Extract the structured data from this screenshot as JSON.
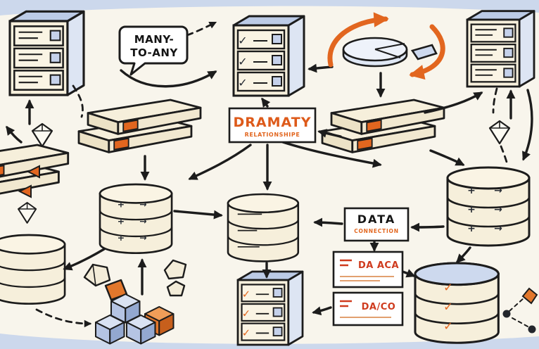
{
  "labels": {
    "bubble": {
      "line1": "MANY-",
      "line2": "TO-ANY"
    },
    "relationship_box": {
      "title": "DRAMATY",
      "subtitle": "RELATIONSHIPE"
    },
    "data_box": {
      "title": "DATA",
      "subtitle": "CONNECTION"
    },
    "list_box_top": {
      "title": "DA ACA"
    },
    "list_box_bottom": {
      "title": "DA/CO"
    }
  },
  "glyphs": {
    "check": "✓",
    "plus": "+",
    "arrow_right": "→"
  },
  "colors": {
    "background": "#ccd8ec",
    "panel": "#f8f5ec",
    "ink": "#1c1c1c",
    "cream": "#f6efdb",
    "blue_top": "#bccbe6",
    "blue_side": "#dde5f3",
    "orange": "#e2661f",
    "red": "#cf3b1e"
  }
}
